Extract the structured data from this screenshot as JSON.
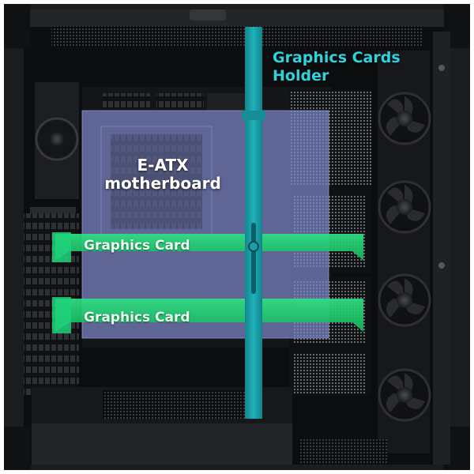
{
  "labels": {
    "holder": [
      "Graphics Cards",
      "Holder"
    ],
    "motherboard": [
      "E-ATX",
      "motherboard"
    ],
    "graphics_card_1": "Graphics Card",
    "graphics_card_2": "Graphics Card"
  },
  "colors": {
    "case_frame": "#1b1c1e",
    "case_interior": "#0c0d0e",
    "motherboard_overlay": "#7d86c8",
    "graphics_card_overlay": "#22c76a",
    "holder_bar": "#1a9ea6",
    "holder_label": "#2fd3dc",
    "fan_blade": "#2a2b2e"
  },
  "icons": {
    "fan_stack": "case-fan-icon",
    "rear_fan": "rear-fan-icon",
    "holder_knob": "holder-screw-icon"
  }
}
